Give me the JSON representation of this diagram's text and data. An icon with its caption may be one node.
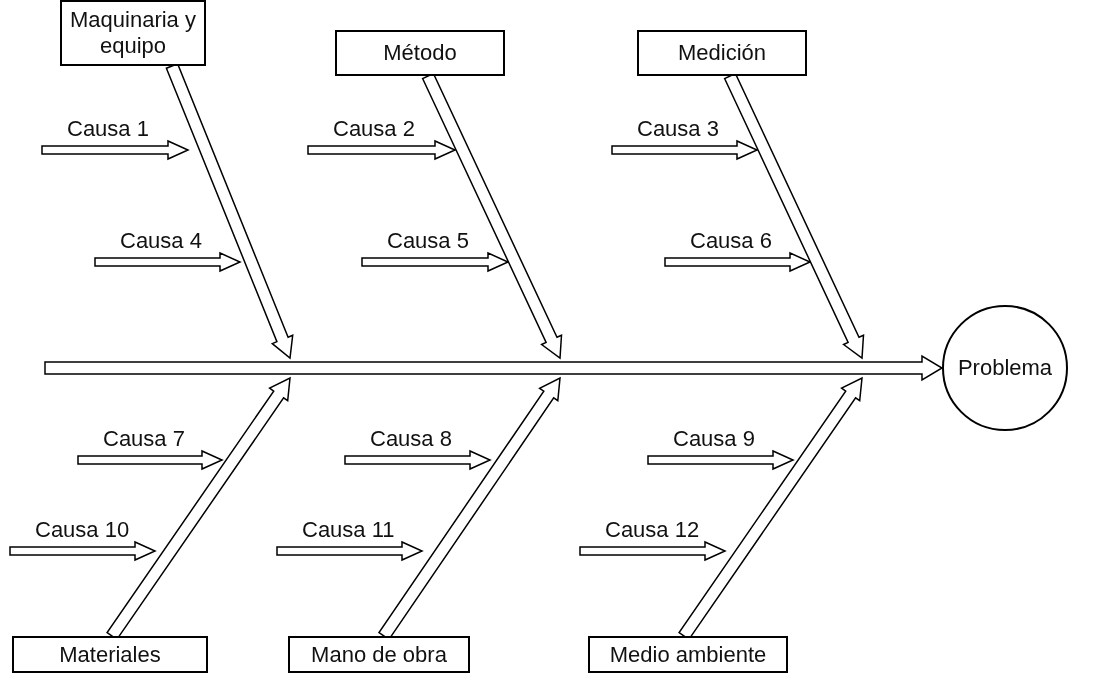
{
  "diagram": {
    "nodes": [
      {
        "text": [
          "Maquinaria y equipo"
        ]
      },
      {
        "text": [
          "Método"
        ]
      },
      {
        "text": [
          "Medición"
        ]
      },
      {
        "text": [
          "Causa 1"
        ]
      },
      {
        "text": [
          "Causa 2"
        ]
      },
      {
        "text": [
          "Causa 3"
        ]
      },
      {
        "text": [
          "Causa 4"
        ]
      },
      {
        "text": [
          "Causa 5"
        ]
      },
      {
        "text": [
          "Causa 6"
        ]
      },
      {
        "text": [
          "Problema"
        ]
      },
      {
        "text": [
          "Causa 7"
        ]
      },
      {
        "text": [
          "Causa 8"
        ]
      },
      {
        "text": [
          "Causa 9"
        ]
      },
      {
        "text": [
          "Causa 10"
        ]
      },
      {
        "text": [
          "Causa 11"
        ]
      },
      {
        "text": [
          "Causa 12"
        ]
      },
      {
        "text": [
          "Materiales"
        ]
      },
      {
        "text": [
          "Mano de obra"
        ]
      },
      {
        "text": [
          "Medio ambiente"
        ]
      }
    ],
    "edges": [
      {
        "from": 3,
        "to": null,
        "arrow": "to"
      },
      {
        "from": 4,
        "to": null,
        "arrow": "to"
      },
      {
        "from": 5,
        "to": null,
        "arrow": "to"
      },
      {
        "from": 6,
        "to": null,
        "arrow": "to"
      },
      {
        "from": 7,
        "to": null,
        "arrow": "to"
      },
      {
        "from": 8,
        "to": null,
        "arrow": "to"
      },
      {
        "from": 10,
        "to": null,
        "arrow": "to"
      },
      {
        "from": 11,
        "to": null,
        "arrow": "to"
      },
      {
        "from": 12,
        "to": null,
        "arrow": "to"
      },
      {
        "from": 13,
        "to": null,
        "arrow": "to"
      },
      {
        "from": 14,
        "to": null,
        "arrow": "to"
      },
      {
        "from": 15,
        "to": null,
        "arrow": "to"
      },
      {
        "from": 0,
        "to": null,
        "arrow": "to"
      },
      {
        "from": 1,
        "to": null,
        "arrow": "to"
      },
      {
        "from": 2,
        "to": null,
        "arrow": "to"
      },
      {
        "from": 16,
        "to": null,
        "arrow": "to"
      },
      {
        "from": 17,
        "to": null,
        "arrow": "to"
      },
      {
        "from": 18,
        "to": null,
        "arrow": "to"
      },
      {
        "from": null,
        "to": 9,
        "arrow": "to"
      }
    ]
  }
}
